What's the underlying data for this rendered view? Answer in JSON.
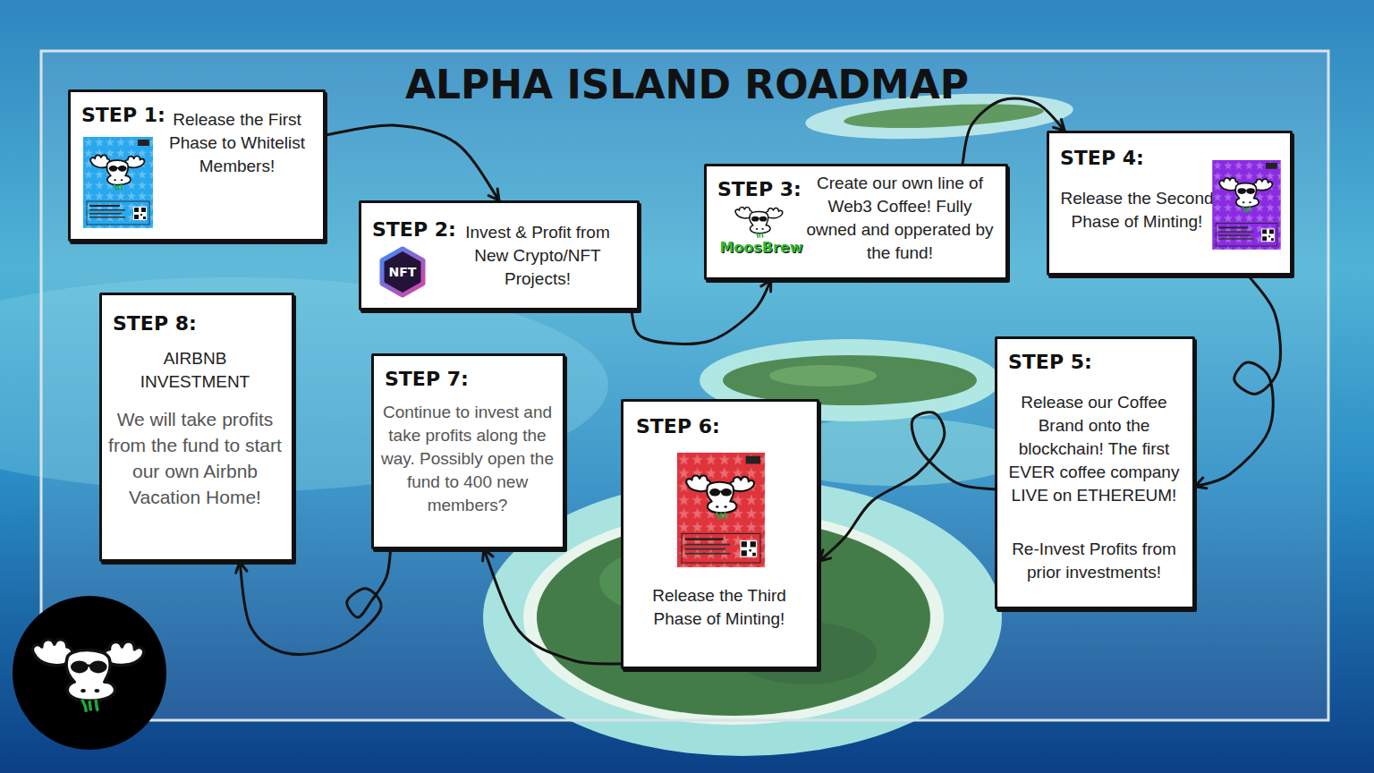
{
  "diagram": {
    "title": "ALPHA ISLAND ROADMAP",
    "nodes": [
      {
        "text": [
          "STEP 1:",
          "Release the First Phase to Whitelist Members!"
        ]
      },
      {
        "text": [
          "STEP 2:",
          "Invest & Profit from New Crypto/NFT Projects!",
          "NFT"
        ]
      },
      {
        "text": [
          "STEP 3:",
          "Create our own line of Web3 Coffee! Fully owned and opperated by the fund!",
          "MoosBrew"
        ]
      },
      {
        "text": [
          "STEP 4:",
          "Release the Second Phase of Minting!"
        ]
      },
      {
        "text": [
          "STEP 5:",
          "Release our Coffee Brand onto the blockchain! The first EVER coffee company LIVE on ETHEREUM!",
          "Re-Invest Profits from prior investments!"
        ]
      },
      {
        "text": [
          "STEP 6:",
          "Release the Third Phase of Minting!"
        ]
      },
      {
        "text": [
          "STEP 7:",
          "Continue to invest and take profits along the way. Possibly open the fund to 400 new members?"
        ]
      },
      {
        "text": [
          "STEP 8:",
          "AIRBNB INVESTMENT",
          "We will take profits from the fund to start our own Airbnb Vacation Home!"
        ]
      }
    ],
    "edges": [
      {
        "from": 0,
        "to": 1,
        "arrow": "to"
      },
      {
        "from": 1,
        "to": 2,
        "arrow": "to"
      },
      {
        "from": 2,
        "to": 3,
        "arrow": "to"
      },
      {
        "from": 3,
        "to": 4,
        "arrow": "to"
      },
      {
        "from": 4,
        "to": 5,
        "arrow": "to"
      },
      {
        "from": 5,
        "to": 6,
        "arrow": "to"
      },
      {
        "from": 6,
        "to": 7,
        "arrow": "to"
      }
    ]
  }
}
